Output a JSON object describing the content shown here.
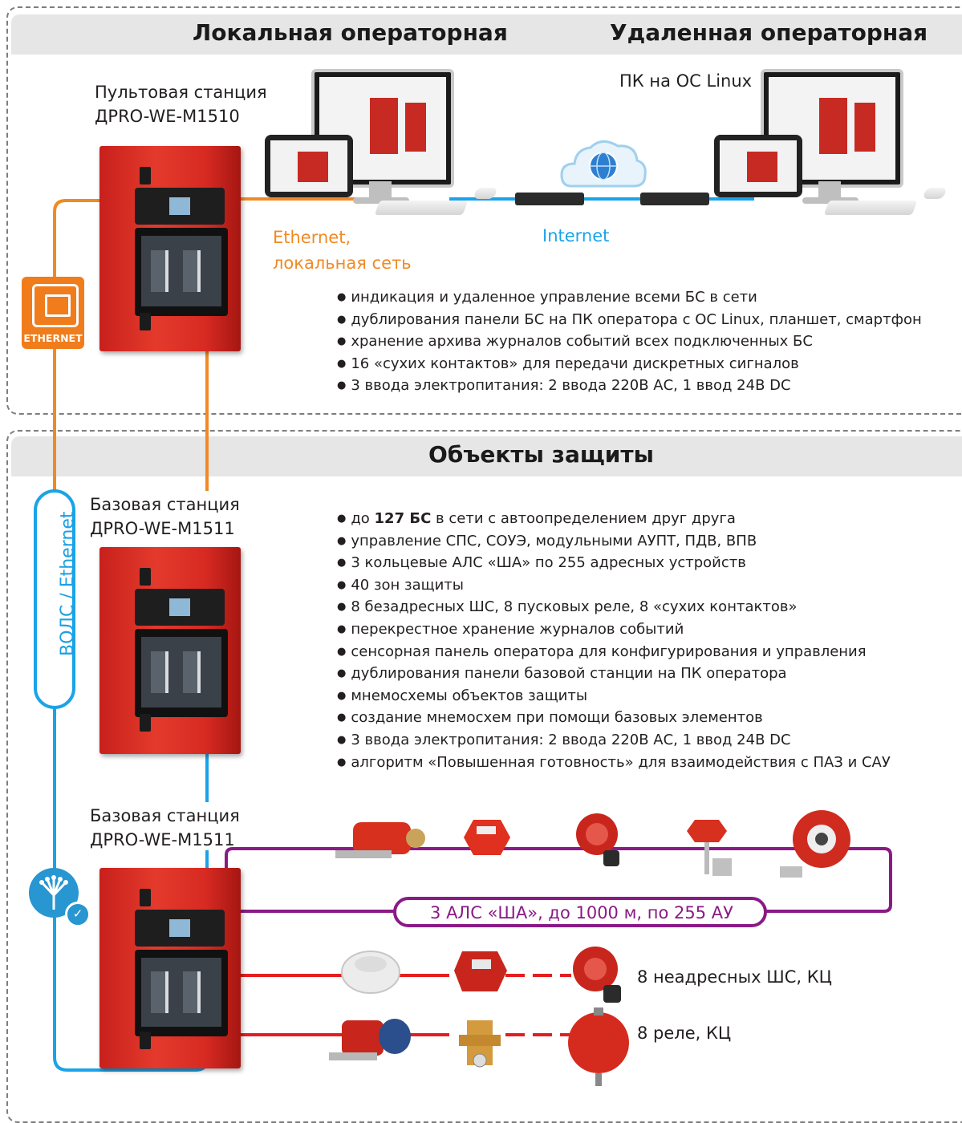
{
  "top_section": {
    "local_header": "Локальная операторная",
    "remote_header": "Удаленная операторная",
    "console_station": {
      "line1": "Пультовая станция",
      "line2": "ДPRO-WE-M1510"
    },
    "linux_pc_label": "ПК на ОС Linux",
    "ethernet_label": {
      "line1": "Ethernet,",
      "line2": "локальная сеть"
    },
    "internet_label": "Internet",
    "ethernet_badge": "ETHERNET",
    "features": [
      "индикация и удаленное управление всеми БС в сети",
      "дублирования панели БС на ПК оператора с ОС Linux, планшет, смартфон",
      "хранение архива журналов событий всех подключенных БС",
      "16 «сухих контактов» для передачи дискретных сигналов",
      "3 ввода электропитания: 2 ввода 220В АС, 1 ввод 24В DC"
    ]
  },
  "bottom_section": {
    "header": "Объекты защиты",
    "link_label": "ВОЛС / Ethernet",
    "base_station_1": {
      "line1": "Базовая станция",
      "line2": "ДPRO-WE-M1511"
    },
    "base_station_2": {
      "line1": "Базовая станция",
      "line2": "ДPRO-WE-M1511"
    },
    "features_first": {
      "prefix": "до ",
      "bold": "127 БС",
      "suffix": " в сети с автоопределением друг друга"
    },
    "features": [
      "управление СПС, СОУЭ, модульными АУПТ, ПДВ, ВПВ",
      "3 кольцевые АЛС «ША» по 255 адресных устройств",
      "40 зон защиты",
      "8 безадресных ШС,  8 пусковых реле,  8 «сухих контактов»",
      "перекрестное хранение журналов событий",
      "сенсорная панель оператора для конфигурирования и управления",
      "дублирования панели базовой станции на ПК оператора",
      "мнемосхемы объектов защиты",
      "создание мнемосхем при помощи базовых элементов",
      "3 ввода электропитания: 2 ввода 220В АС, 1 ввод 24В DC",
      "алгоритм «Повышенная готовность» для взаимодействия с ПАЗ и САУ"
    ],
    "als_label": "3 АЛС «ША», до 1000 м, по 255 АУ",
    "loop_label": "8 неадресных ШС, КЦ",
    "relay_label": "8 реле, КЦ"
  },
  "colors": {
    "ethernet_orange": "#f08a24",
    "fiber_blue": "#1aa3e8",
    "als_purple": "#8a1a86",
    "loop_red": "#e41e20",
    "header_band": "#e6e6e6"
  }
}
